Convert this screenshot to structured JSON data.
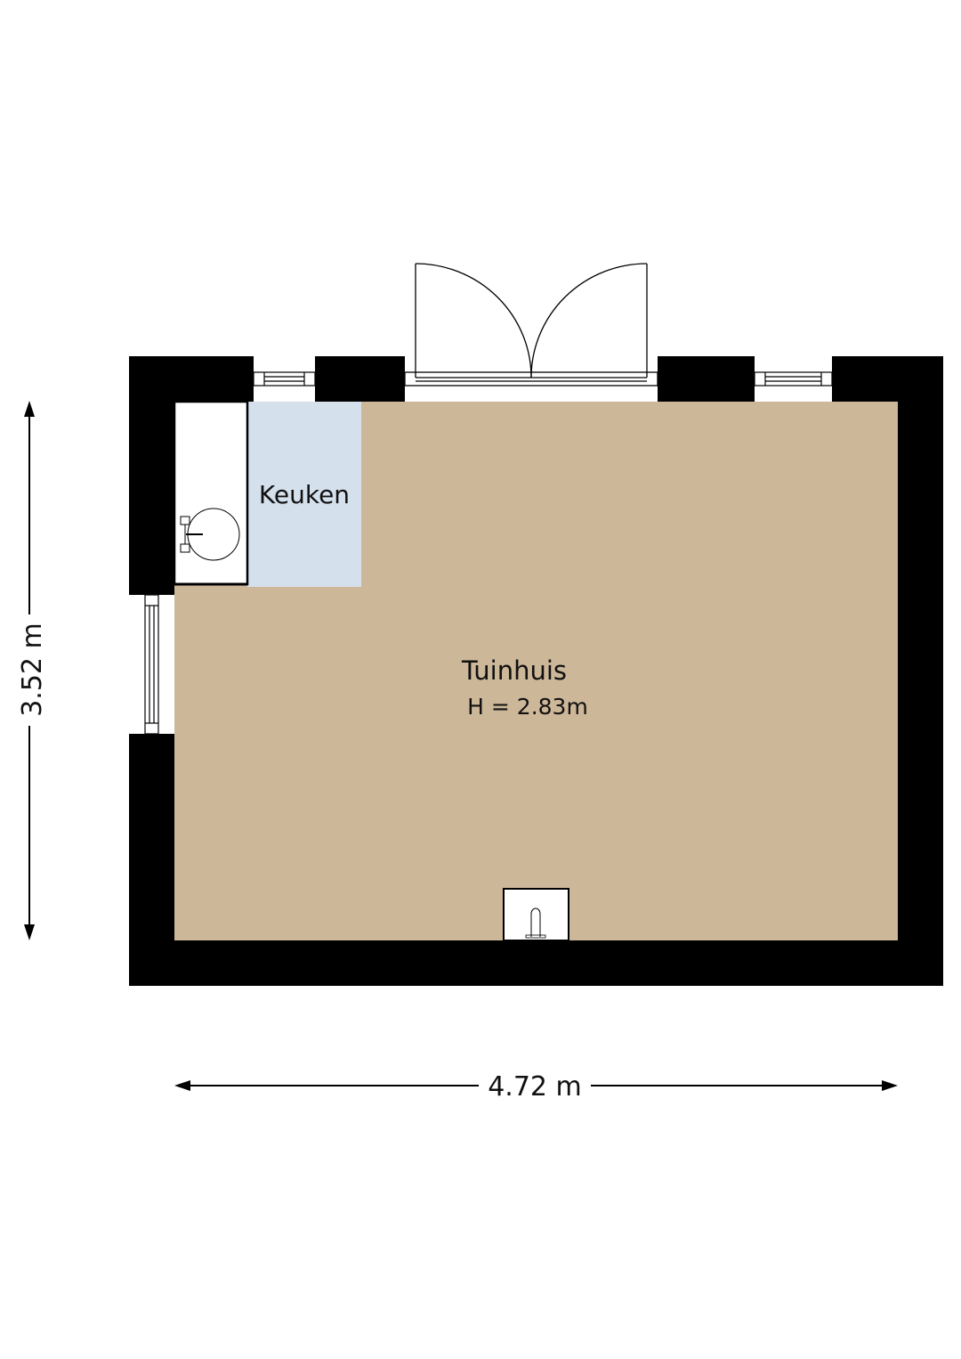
{
  "rooms": {
    "main": {
      "name": "Tuinhuis",
      "height_label": "H = 2.83m"
    },
    "kitchen": {
      "name": "Keuken"
    }
  },
  "dimensions": {
    "width": "4.72 m",
    "depth": "3.52 m"
  },
  "colors": {
    "wall": "#000000",
    "floor_main": "#cdb799",
    "floor_kitchen": "#d5e0ed",
    "fixture": "#ffffff"
  },
  "icons": {
    "double_door": "double-door-swing-icon",
    "sink": "sink-icon",
    "fireplace": "stove-icon"
  }
}
